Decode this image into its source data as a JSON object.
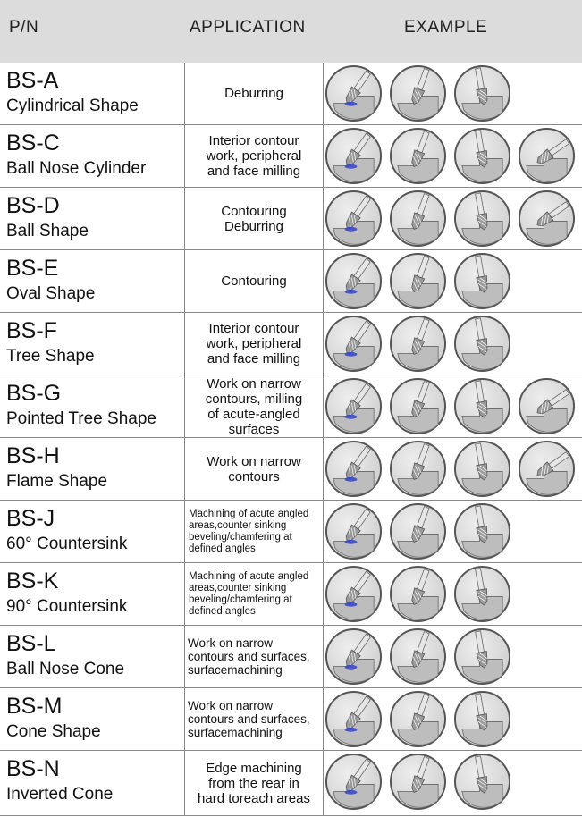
{
  "header": {
    "pn": "P/N",
    "application": "APPLICATION",
    "example": "EXAMPLE"
  },
  "rows": [
    {
      "code": "BS-A",
      "name": "Cylindrical Shape",
      "application": "Deburring",
      "examples": 3
    },
    {
      "code": "BS-C",
      "name": "Ball Nose Cylinder",
      "application": "Interior contour\nwork, peripheral\nand face milling",
      "examples": 4
    },
    {
      "code": "BS-D",
      "name": "Ball Shape",
      "application": "Contouring\nDeburring",
      "examples": 4
    },
    {
      "code": "BS-E",
      "name": "Oval Shape",
      "application": "Contouring",
      "examples": 3
    },
    {
      "code": "BS-F",
      "name": "Tree Shape",
      "application": "Interior contour\nwork, peripheral\nand face milling",
      "examples": 3
    },
    {
      "code": "BS-G",
      "name": "Pointed Tree Shape",
      "application": "Work on narrow\ncontours, milling\nof acute-angled\nsurfaces",
      "examples": 4
    },
    {
      "code": "BS-H",
      "name": "Flame Shape",
      "application": "Work on narrow\ncontours",
      "examples": 4
    },
    {
      "code": "BS-J",
      "name": "60° Countersink",
      "application": "Machining of acute angled\nareas,counter sinking\nbeveling/chamfering at\ndefined angles",
      "examples": 3
    },
    {
      "code": "BS-K",
      "name": "90° Countersink",
      "application": "Machining of acute angled\nareas,counter sinking\nbeveling/chamfering at\ndefined angles",
      "examples": 3
    },
    {
      "code": "BS-L",
      "name": "Ball Nose Cone",
      "application": "Work on narrow\ncontours and surfaces,\nsurfacemachining",
      "examples": 3
    },
    {
      "code": "BS-M",
      "name": "Cone Shape",
      "application": "Work on narrow\ncontours and surfaces,\nsurfacemachining",
      "examples": 3
    },
    {
      "code": "BS-N",
      "name": "Inverted Cone",
      "application": "Edge machining\nfrom the rear in\nhard toreach areas",
      "examples": 3
    }
  ],
  "colors": {
    "header_bg": "#dcdcdc",
    "grid": "#888888",
    "circle_fill": "#cfcfcf",
    "circle_edge": "#555555",
    "accent_blue": "#3344cc"
  }
}
